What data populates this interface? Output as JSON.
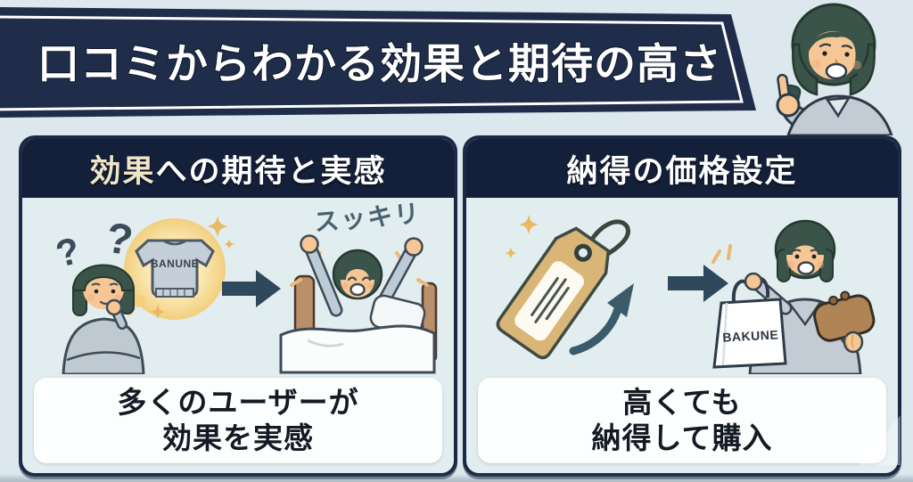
{
  "banner": {
    "title": "口コミからわかる効果と期待の高さ"
  },
  "panels": {
    "left": {
      "header": {
        "accent": "効果",
        "rest": "への期待と実感"
      },
      "illustration": {
        "question_marks": [
          "?",
          "?"
        ],
        "shirt_label": "BANUNE",
        "wake_label": "スッキリ"
      },
      "caption": {
        "line1": "多くのユーザーが",
        "line2": "効果を実感"
      }
    },
    "right": {
      "header": {
        "text": "納得の価格設定"
      },
      "illustration": {
        "bag_label": "BAKUNE"
      },
      "caption": {
        "line1": "高くても",
        "line2": "納得して購入"
      }
    }
  },
  "colors": {
    "background": "#dce8ed",
    "banner_navy": "#1f2d4b",
    "panel_navy": "#141f39",
    "panel_body": "#e2edf0",
    "header_accent_cream": "#f0e5c6",
    "caption_text": "#141a23",
    "arrow_slate": "#30485c",
    "glow_gold": "#f3cf7e",
    "sparkle_gold": "#e9ba62",
    "dash_orange": "#eab87a",
    "hair_green": "#3a544a",
    "skin": "#f6c795",
    "shirt_gray": "#c3ccd4",
    "tag_tan": "#d9b678",
    "wallet_brown": "#b08454"
  }
}
